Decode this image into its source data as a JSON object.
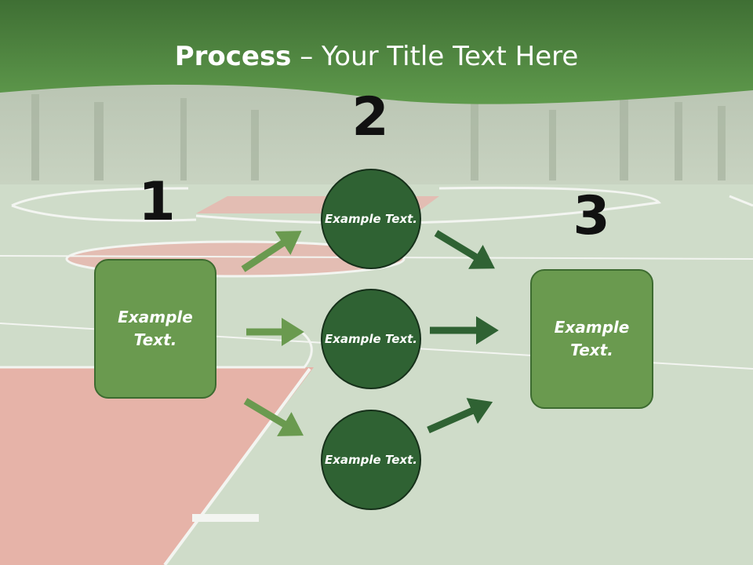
{
  "slide": {
    "title_bold": "Process",
    "title_rest": " – Your Title Text Here"
  },
  "steps": {
    "n1": "1",
    "n2": "2",
    "n3": "3"
  },
  "nodes": {
    "left_box_line1": "Example",
    "left_box_line2": "Text.",
    "circle_top_line1": "Example",
    "circle_top_line2": "Text.",
    "circle_mid_line1": "Example",
    "circle_mid_line2": "Text.",
    "circle_bottom_line1": "Example",
    "circle_bottom_line2": "Text.",
    "right_box_line1": "Example",
    "right_box_line2": "Text."
  },
  "colors": {
    "header_green": "#4f8a3f",
    "box_fill": "#6a9a4f",
    "circle_fill": "#2f6233",
    "arrow_light": "#6a9a4f",
    "arrow_dark": "#2f6233",
    "court_green": "#cfdcc9",
    "court_red": "#e8b6ac"
  }
}
